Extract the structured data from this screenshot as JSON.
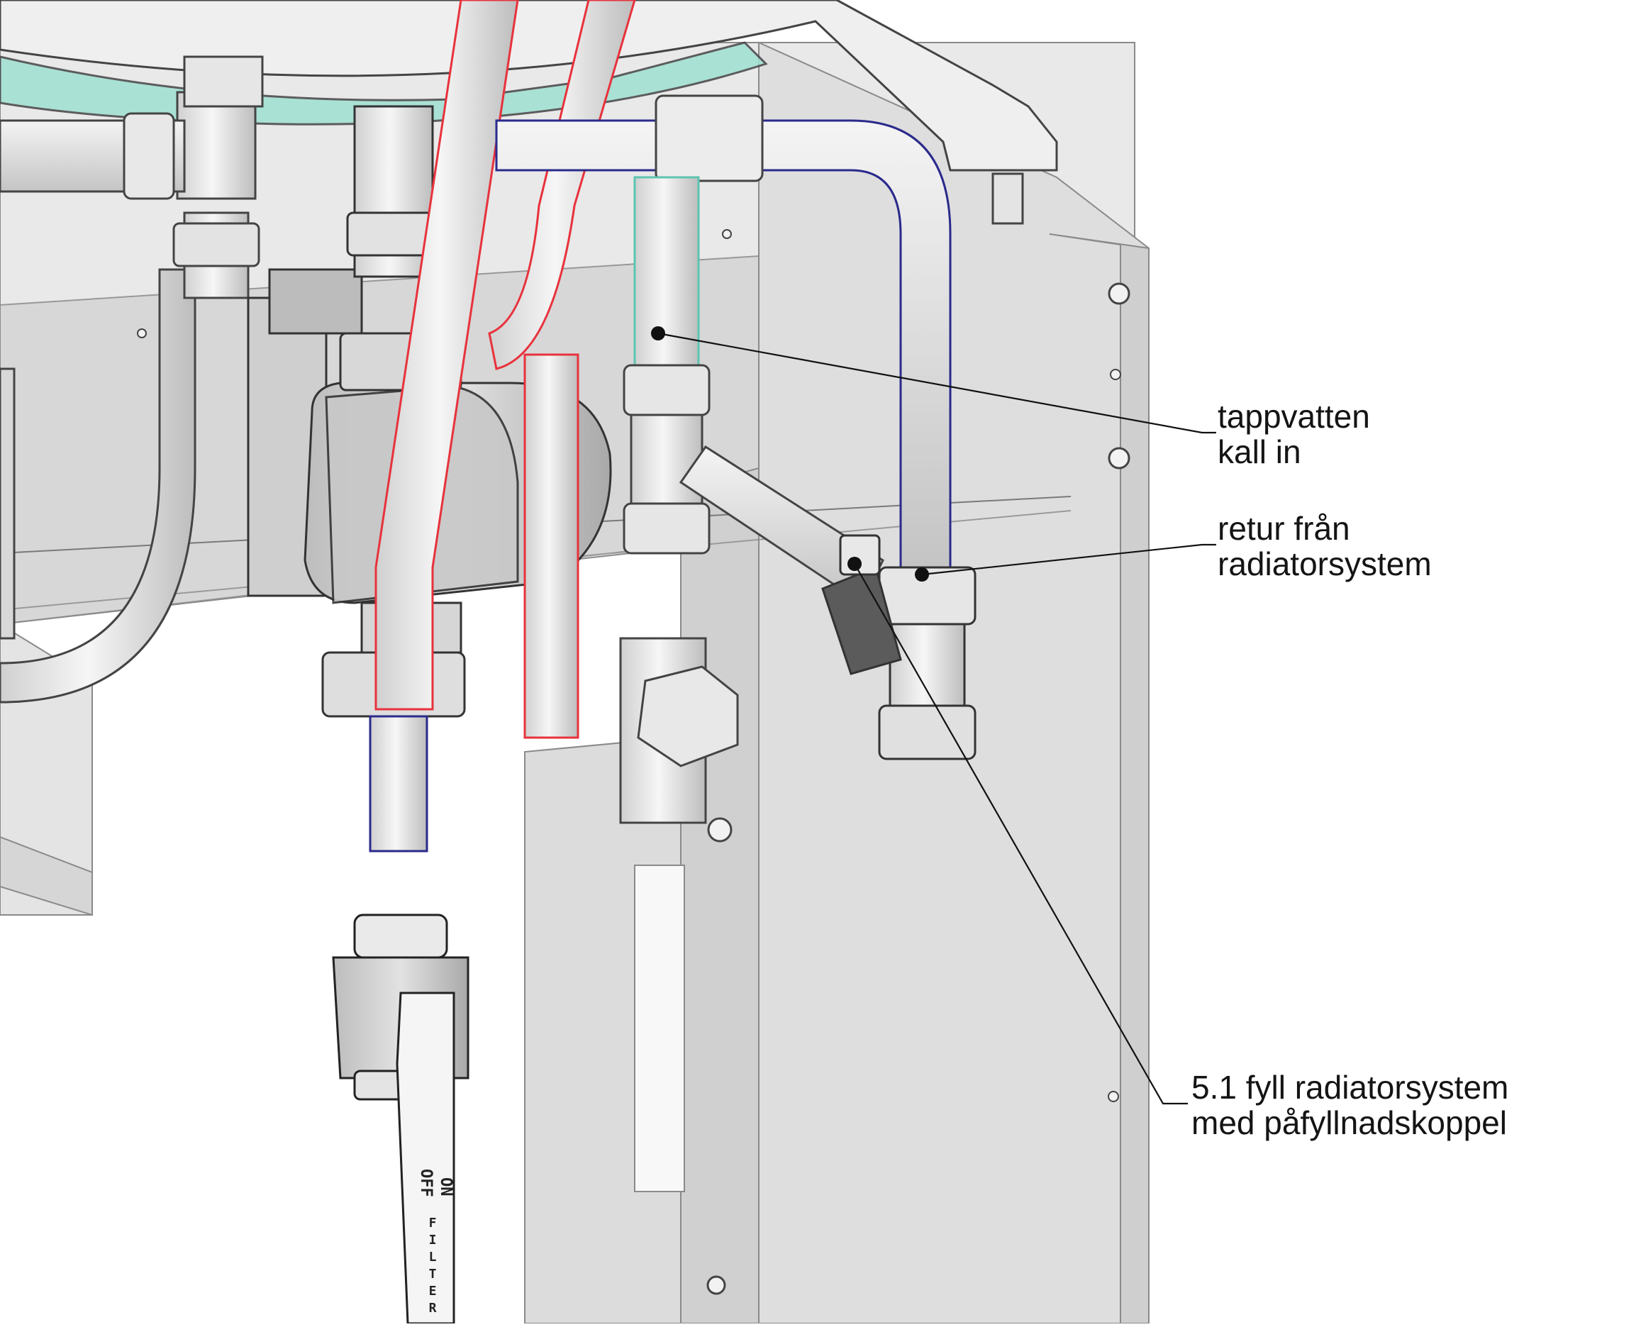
{
  "callouts": [
    {
      "id": "tappvatten",
      "lines": [
        "tappvatten",
        "kall in"
      ]
    },
    {
      "id": "retur",
      "lines": [
        "retur från",
        "radiatorsystem"
      ]
    },
    {
      "id": "fyll",
      "lines": [
        "5.1 fyll radiatorsystem",
        "med påfyllnadskoppel"
      ]
    }
  ],
  "valve_handle": {
    "on": "ON",
    "off": "OFF",
    "filter": [
      "F",
      "I",
      "L",
      "T",
      "E",
      "R"
    ]
  },
  "colors": {
    "hot_pipe": "#e8323c",
    "cold_pipe": "#2a2a8c",
    "glass": "#7fd6c4",
    "panel": "#d9d9d9",
    "outline": "#3a3a3a"
  }
}
